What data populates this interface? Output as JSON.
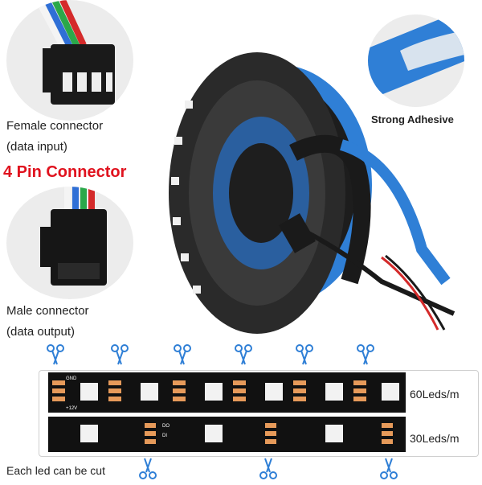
{
  "labels": {
    "female_connector": "Female connector",
    "female_note": "(data input)",
    "pin_connector": "4 Pin Connector",
    "male_connector": "Male connector",
    "male_note": "(data output)",
    "adhesive": "Strong Adhesive",
    "density_60": "60Leds/m",
    "density_30": "30Leds/m",
    "cut_caption": "Each led can be cut"
  },
  "pad_labels": {
    "gnd": "GND",
    "do": "DO",
    "di": "DI",
    "v12": "+12V"
  },
  "colors": {
    "accent_red": "#e0121e",
    "strip_black": "#111111",
    "pad_copper": "#e69a5a",
    "tape_blue": "#2f7fd6",
    "circle_bg": "#ececec",
    "wire_red": "#d42a2a",
    "wire_green": "#2aa84a",
    "wire_blue": "#2f6fd6",
    "wire_white": "#f4f4f4"
  },
  "icons": {
    "scissors": "scissors-icon",
    "led": "led-chip"
  }
}
